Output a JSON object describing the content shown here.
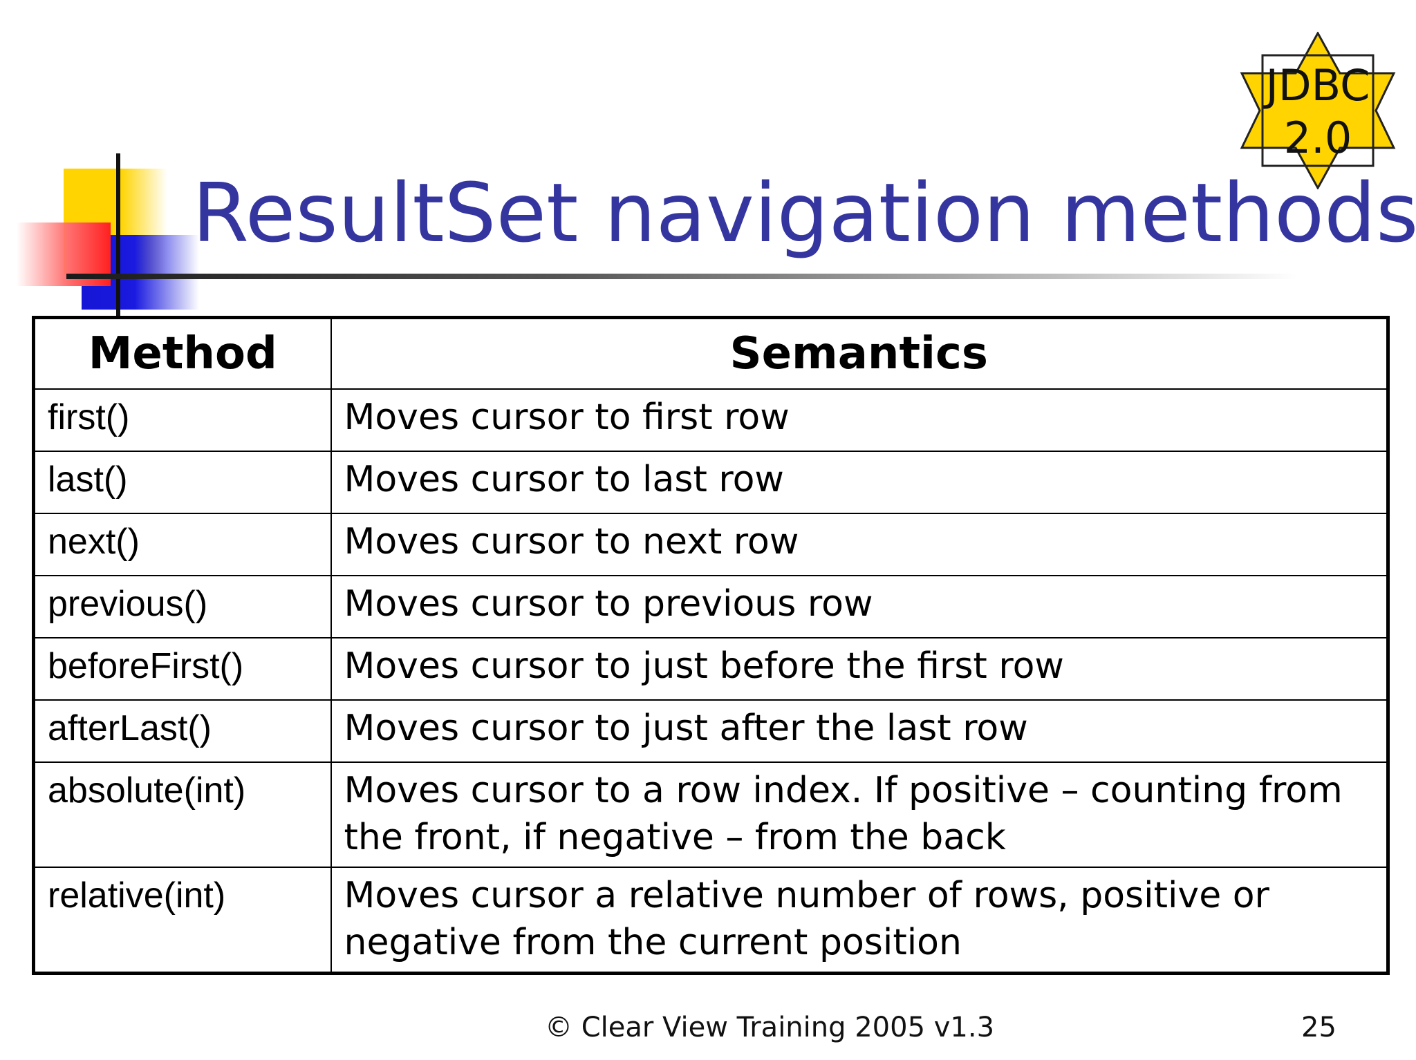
{
  "slide": {
    "title": "ResultSet navigation methods",
    "badge": {
      "line1": "JDBC",
      "line2": "2.0",
      "fill_color": "#ffd400"
    },
    "title_color": "#3535a0",
    "logo_colors": {
      "yellow": "#ffd400",
      "blue": "#1a1ae0",
      "red": "#ff2020"
    }
  },
  "table": {
    "headers": [
      "Method",
      "Semantics"
    ],
    "rows": [
      [
        "first()",
        "Moves cursor to first row"
      ],
      [
        "last()",
        "Moves cursor to last row"
      ],
      [
        "next()",
        "Moves cursor to next row"
      ],
      [
        "previous()",
        "Moves cursor to previous row"
      ],
      [
        "beforeFirst()",
        "Moves cursor to just before the first row"
      ],
      [
        "afterLast()",
        "Moves cursor to just after the last row"
      ],
      [
        "absolute(int)",
        "Moves cursor to a row index. If positive – counting from the front, if negative – from the back"
      ],
      [
        "relative(int)",
        "Moves cursor a relative number of rows, positive or negative from the current position"
      ]
    ]
  },
  "footer": {
    "copyright": "© Clear View Training 2005 v1.3",
    "page_number": "25"
  }
}
